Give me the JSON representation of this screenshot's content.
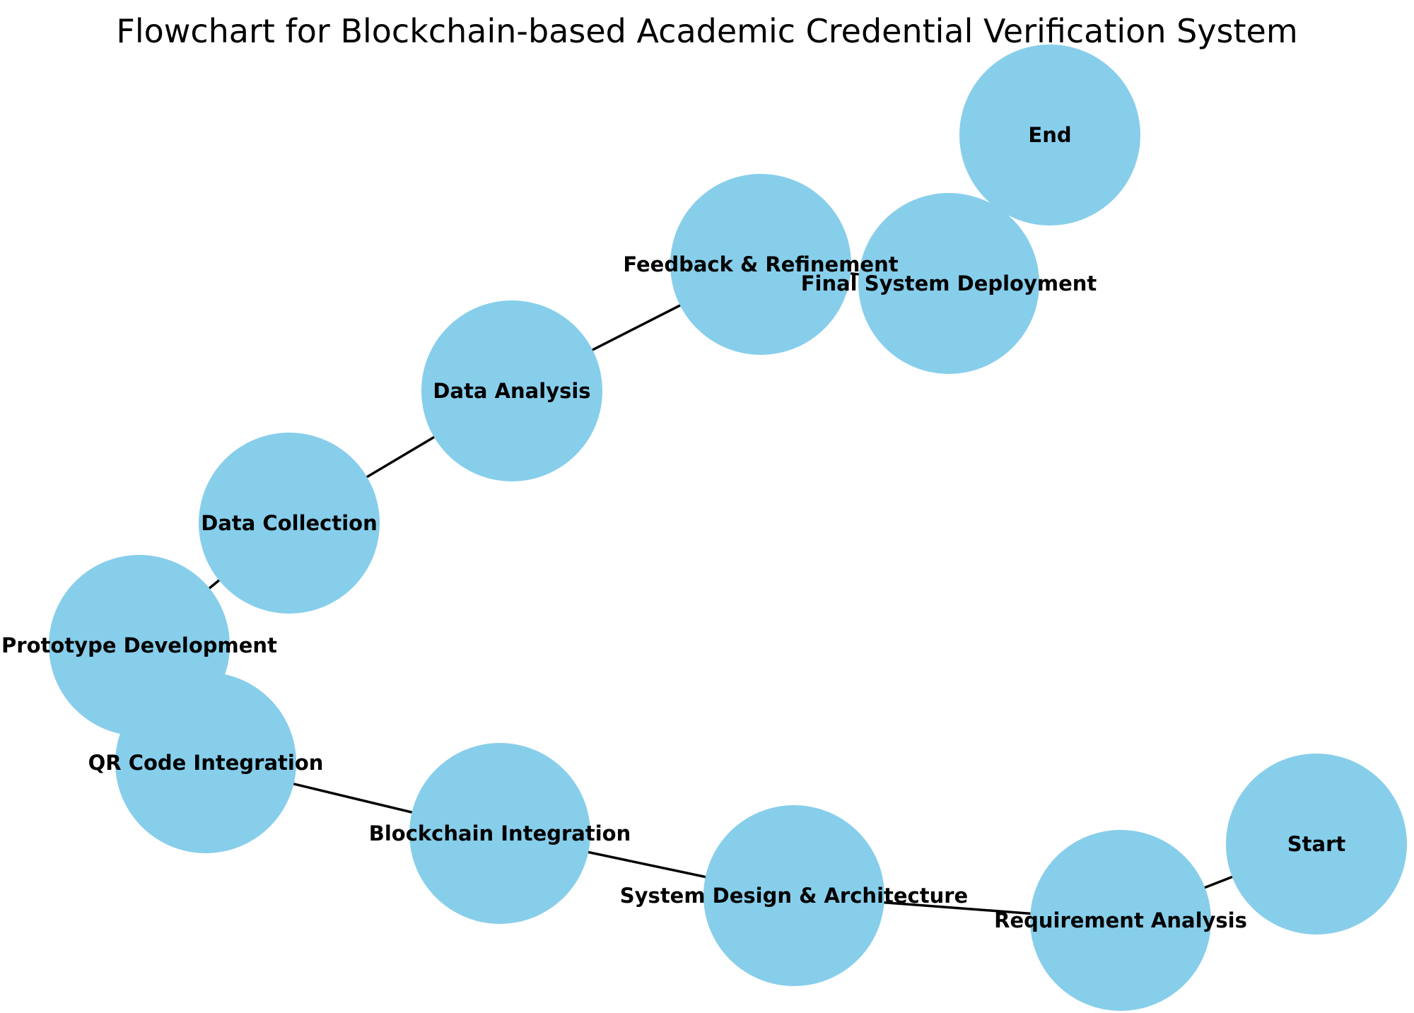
{
  "title": "Flowchart for Blockchain-based Academic Credential Verification System",
  "colors": {
    "node_fill": "#87CEEB",
    "edge": "#000000",
    "label": "#000000",
    "background": "#ffffff"
  },
  "nodes": [
    {
      "id": "start",
      "label": "Start"
    },
    {
      "id": "requirement-analysis",
      "label": "Requirement Analysis"
    },
    {
      "id": "system-design",
      "label": "System Design & Architecture"
    },
    {
      "id": "blockchain-integration",
      "label": "Blockchain Integration"
    },
    {
      "id": "qr-code-integration",
      "label": "QR Code Integration"
    },
    {
      "id": "prototype-development",
      "label": "Prototype Development"
    },
    {
      "id": "data-collection",
      "label": "Data Collection"
    },
    {
      "id": "data-analysis",
      "label": "Data Analysis"
    },
    {
      "id": "feedback-refinement",
      "label": "Feedback & Refinement"
    },
    {
      "id": "final-deployment",
      "label": "Final System Deployment"
    },
    {
      "id": "end",
      "label": "End"
    }
  ],
  "edges": [
    {
      "from": "start",
      "to": "requirement-analysis"
    },
    {
      "from": "requirement-analysis",
      "to": "system-design"
    },
    {
      "from": "system-design",
      "to": "blockchain-integration"
    },
    {
      "from": "blockchain-integration",
      "to": "qr-code-integration"
    },
    {
      "from": "qr-code-integration",
      "to": "prototype-development"
    },
    {
      "from": "prototype-development",
      "to": "data-collection"
    },
    {
      "from": "data-collection",
      "to": "data-analysis"
    },
    {
      "from": "data-analysis",
      "to": "feedback-refinement"
    },
    {
      "from": "feedback-refinement",
      "to": "final-deployment"
    },
    {
      "from": "final-deployment",
      "to": "end"
    }
  ]
}
